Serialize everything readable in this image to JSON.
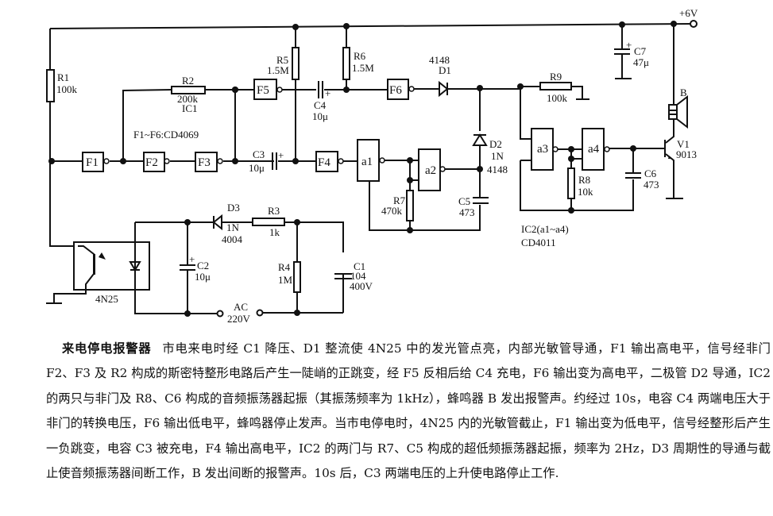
{
  "schematic": {
    "supply_label": "+6V",
    "ic_note_f": "F1~F6:CD4069",
    "ic_note_ic2_line1": "IC2(a1~a4)",
    "ic_note_ic2_line2": "CD4011",
    "gates": {
      "F1": "F1",
      "F2": "F2",
      "F3": "F3",
      "F4": "F4",
      "F5": "F5",
      "F6": "F6",
      "a1": "a1",
      "a2": "a2",
      "a3": "a3",
      "a4": "a4"
    },
    "components": {
      "R1": {
        "name": "R1",
        "value": "100k"
      },
      "R2": {
        "name": "R2",
        "value": "200k",
        "extra": "IC1"
      },
      "R3": {
        "name": "R3",
        "value": "1k"
      },
      "R4": {
        "name": "R4",
        "value": "1M"
      },
      "R5": {
        "name": "R5",
        "value": "1.5M"
      },
      "R6": {
        "name": "R6",
        "value": "1.5M"
      },
      "R7": {
        "name": "R7",
        "value": "470k"
      },
      "R8": {
        "name": "R8",
        "value": "10k"
      },
      "R9": {
        "name": "R9",
        "value": "100k"
      },
      "C1": {
        "name": "C1",
        "value": "104",
        "rating": "400V"
      },
      "C2": {
        "name": "C2",
        "value": "10μ"
      },
      "C3": {
        "name": "C3",
        "value": "10μ"
      },
      "C4": {
        "name": "C4",
        "value": "10μ"
      },
      "C5": {
        "name": "C5",
        "value": "473"
      },
      "C6": {
        "name": "C6",
        "value": "473"
      },
      "C7": {
        "name": "C7",
        "value": "47μ"
      },
      "D1": {
        "name": "D1",
        "value": "4148",
        "prefix": "4"
      },
      "D2": {
        "name": "D2",
        "value_line1": "1N",
        "value_line2": "4148"
      },
      "D3": {
        "name": "D3",
        "value_line1": "1N",
        "value_line2": "4004"
      },
      "V1": {
        "name": "V1",
        "value": "9013"
      },
      "B": {
        "name": "B"
      },
      "optocoupler": {
        "name": "4N25"
      },
      "ac": {
        "line1": "AC",
        "line2": "220V"
      }
    }
  },
  "description": {
    "title": "来电停电报警器",
    "body": "市电来电时经 C1 降压、D1 整流使 4N25 中的发光管点亮，内部光敏管导通，F1 输出高电平，信号经非门 F2、F3 及 R2 构成的斯密特整形电路后产生一陡峭的正跳变，经 F5 反相后给 C4 充电，F6 输出变为高电平，二极管 D2 导通，IC2 的两只与非门及 R8、C6 构成的音频振荡器起振（其振荡频率为 1kHz），蜂鸣器 B 发出报警声。约经过 10s，电容 C4 两端电压大于非门的转换电压，F6 输出低电平，蜂鸣器停止发声。当市电停电时，4N25 内的光敏管截止，F1 输出变为低电平，信号经整形后产生一负跳变，电容 C3 被充电，F4 输出高电平，IC2 的两门与 R7、C5 构成的超低频振荡器起振，频率为 2Hz，D3 周期性的导通与截止使音频振荡器间断工作，B 发出间断的报警声。10s 后，C3 两端电压的上升使电路停止工作."
  }
}
